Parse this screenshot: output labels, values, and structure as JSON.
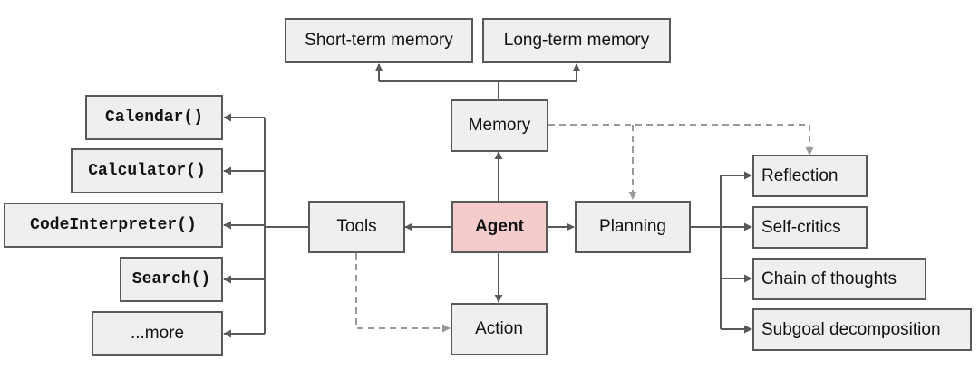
{
  "colors": {
    "node_fill": "#efefef",
    "node_border": "#595959",
    "agent_fill": "#f4cccc",
    "solid_edge": "#595959",
    "dashed_edge": "#999999"
  },
  "nodes": {
    "short_term_memory": "Short-term memory",
    "long_term_memory": "Long-term memory",
    "memory": "Memory",
    "agent": "Agent",
    "tools": "Tools",
    "action": "Action",
    "planning": "Planning",
    "calendar": "Calendar()",
    "calculator": "Calculator()",
    "code_interpreter": "CodeInterpreter()",
    "search": "Search()",
    "more": "...more",
    "reflection": "Reflection",
    "self_critics": "Self-critics",
    "chain_of_thoughts": "Chain of thoughts",
    "subgoal_decomposition": "Subgoal decomposition"
  },
  "edges": [
    {
      "from": "agent",
      "to": "memory",
      "style": "solid"
    },
    {
      "from": "agent",
      "to": "tools",
      "style": "solid"
    },
    {
      "from": "agent",
      "to": "planning",
      "style": "solid"
    },
    {
      "from": "agent",
      "to": "action",
      "style": "solid"
    },
    {
      "from": "memory",
      "to": "short_term_memory",
      "style": "solid"
    },
    {
      "from": "memory",
      "to": "long_term_memory",
      "style": "solid"
    },
    {
      "from": "tools",
      "to": "calendar",
      "style": "solid"
    },
    {
      "from": "tools",
      "to": "calculator",
      "style": "solid"
    },
    {
      "from": "tools",
      "to": "code_interpreter",
      "style": "solid"
    },
    {
      "from": "tools",
      "to": "search",
      "style": "solid"
    },
    {
      "from": "tools",
      "to": "more",
      "style": "solid"
    },
    {
      "from": "planning",
      "to": "reflection",
      "style": "solid"
    },
    {
      "from": "planning",
      "to": "self_critics",
      "style": "solid"
    },
    {
      "from": "planning",
      "to": "chain_of_thoughts",
      "style": "solid"
    },
    {
      "from": "planning",
      "to": "subgoal_decomposition",
      "style": "solid"
    },
    {
      "from": "memory",
      "to": "planning",
      "style": "dashed"
    },
    {
      "from": "memory",
      "to": "reflection",
      "style": "dashed"
    },
    {
      "from": "tools",
      "to": "action",
      "style": "dashed"
    }
  ]
}
